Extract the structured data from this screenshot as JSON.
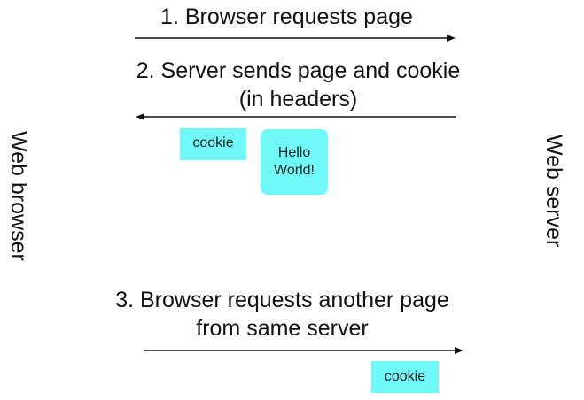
{
  "steps": {
    "step1": {
      "line1": "1. Browser requests page"
    },
    "step2": {
      "line1": "2. Server sends page and cookie",
      "line2": "(in headers)"
    },
    "step3": {
      "line1": "3. Browser requests another page",
      "line2": "from same server"
    }
  },
  "actors": {
    "browser": "Web browser",
    "server": "Web server"
  },
  "cookie_label": "cookie",
  "page": {
    "line1": "Hello",
    "line2": "World!"
  },
  "colors": {
    "cyan": "#6ffaf9",
    "ink": "#111111"
  }
}
